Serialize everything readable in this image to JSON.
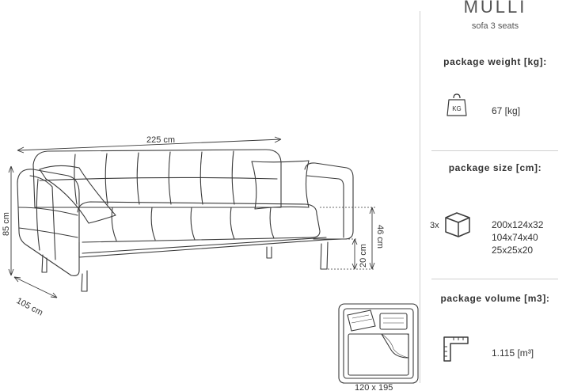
{
  "product": {
    "name": "MULLI",
    "subtitle": "sofa 3 seats"
  },
  "dimensions": {
    "width": "225 cm",
    "height": "85 cm",
    "depth": "105 cm",
    "seat_height": "46 cm",
    "leg_height": "20 cm",
    "bed_size": "120 x 195"
  },
  "package_weight": {
    "heading": "package weight [kg]:",
    "icon": "kg-weight-icon",
    "icon_text": "KG",
    "value": "67 [kg]"
  },
  "package_size": {
    "heading": "package size [cm]:",
    "icon": "package-box-icon",
    "count": "3x",
    "boxes": [
      "200x124x32",
      "104x74x40",
      "25x25x20"
    ]
  },
  "package_volume": {
    "heading": "package volume [m3]:",
    "icon": "volume-ruler-icon",
    "value": "1.115 [m³]"
  },
  "colors": {
    "line": "#3a3a3a",
    "divider": "#cfcfcf"
  }
}
